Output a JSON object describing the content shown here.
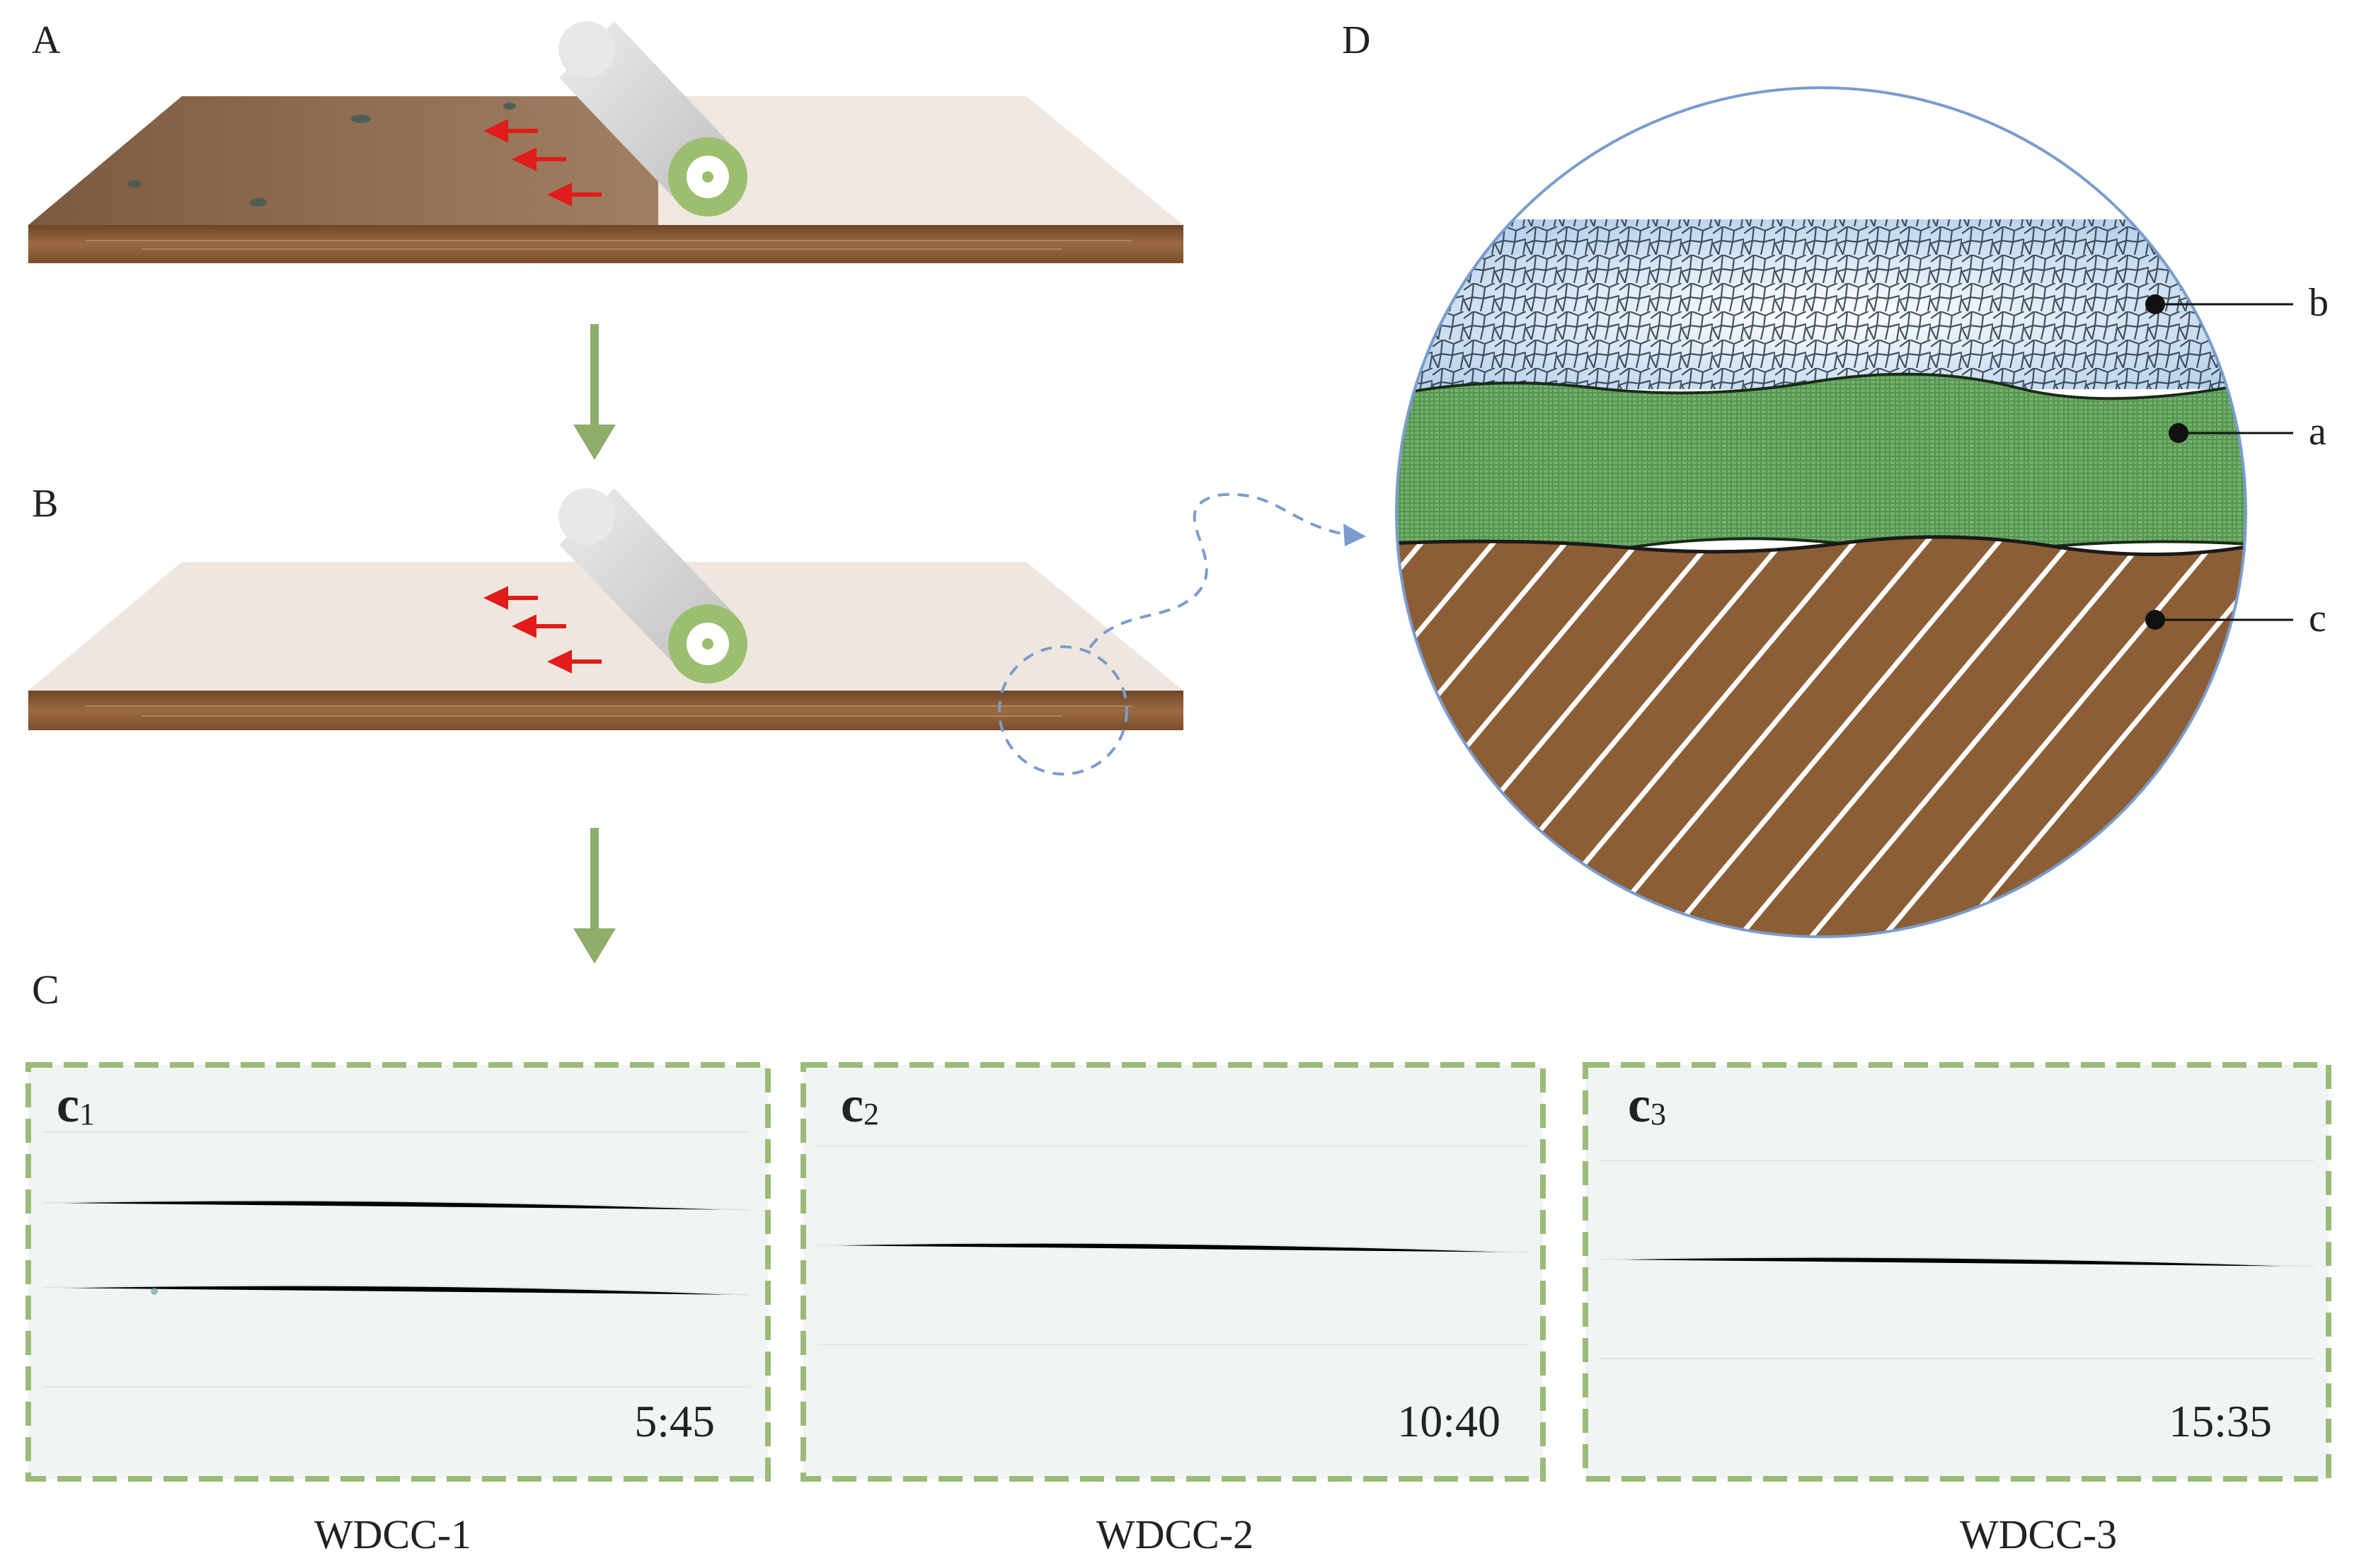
{
  "panels": {
    "A": "A",
    "B": "B",
    "C": "C",
    "D": "D"
  },
  "layers": {
    "a": "a",
    "b": "b",
    "c": "c"
  },
  "samples": [
    {
      "sub_letter": "c",
      "sub_index": "1",
      "ratio": "5:45",
      "name": "WDCC-1"
    },
    {
      "sub_letter": "c",
      "sub_index": "2",
      "ratio": "10:40",
      "name": "WDCC-2"
    },
    {
      "sub_letter": "c",
      "sub_index": "3",
      "ratio": "15:35",
      "name": "WDCC-3"
    }
  ],
  "colors": {
    "wood_edge": "#8b5a34",
    "dark_wood": "#86664b",
    "coated_board": "#efe9e3",
    "roller": "#d8d8d8",
    "roller_cap": "#9bbf6f",
    "arrow_red": "#e21b1b",
    "flow_arrow": "#8fae6a",
    "pore_layer": "#c9dcee",
    "green_layer": "#6fae6a",
    "substrate": "#8c5e35",
    "frame_dash": "#9bbb78",
    "callout": "#7a9ccc"
  }
}
